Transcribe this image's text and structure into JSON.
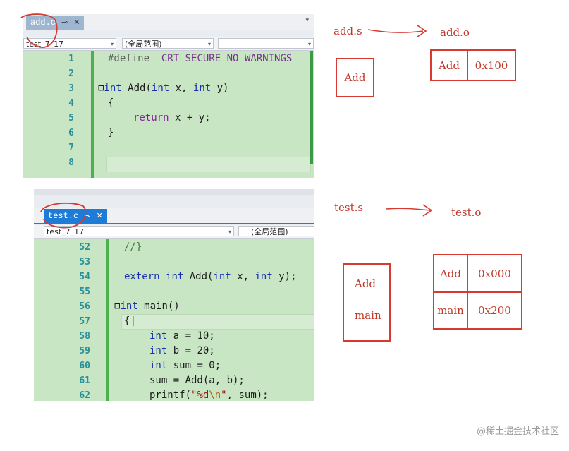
{
  "editor_top": {
    "tab_label": "add.c",
    "project": "test_7_17",
    "scope": "(全局范围)",
    "line_numbers": [
      "1",
      "2",
      "3",
      "4",
      "5",
      "6",
      "7",
      "8"
    ]
  },
  "editor_bottom": {
    "tab_label": "test.c",
    "project": "test_7_17",
    "scope": "(全局范围)",
    "line_numbers": [
      "52",
      "53",
      "54",
      "55",
      "56",
      "57",
      "58",
      "59",
      "60",
      "61",
      "62"
    ]
  },
  "notes": {
    "add_s": "add.s",
    "add_o": "add.o",
    "test_s": "test.s",
    "test_o": "test.o",
    "add_box": "Add",
    "add_symtab": {
      "name": "Add",
      "addr": "0x100"
    },
    "test_box": [
      "Add",
      "main"
    ],
    "test_symtab": [
      {
        "name": "Add",
        "addr": "0x000"
      },
      {
        "name": "main",
        "addr": "0x200"
      }
    ]
  },
  "watermark": "@稀土掘金技术社区",
  "colors": {
    "annotation_red": "#d83a32",
    "code_bg": "#c8e6c4",
    "tab_active": "#1e7bd6"
  }
}
